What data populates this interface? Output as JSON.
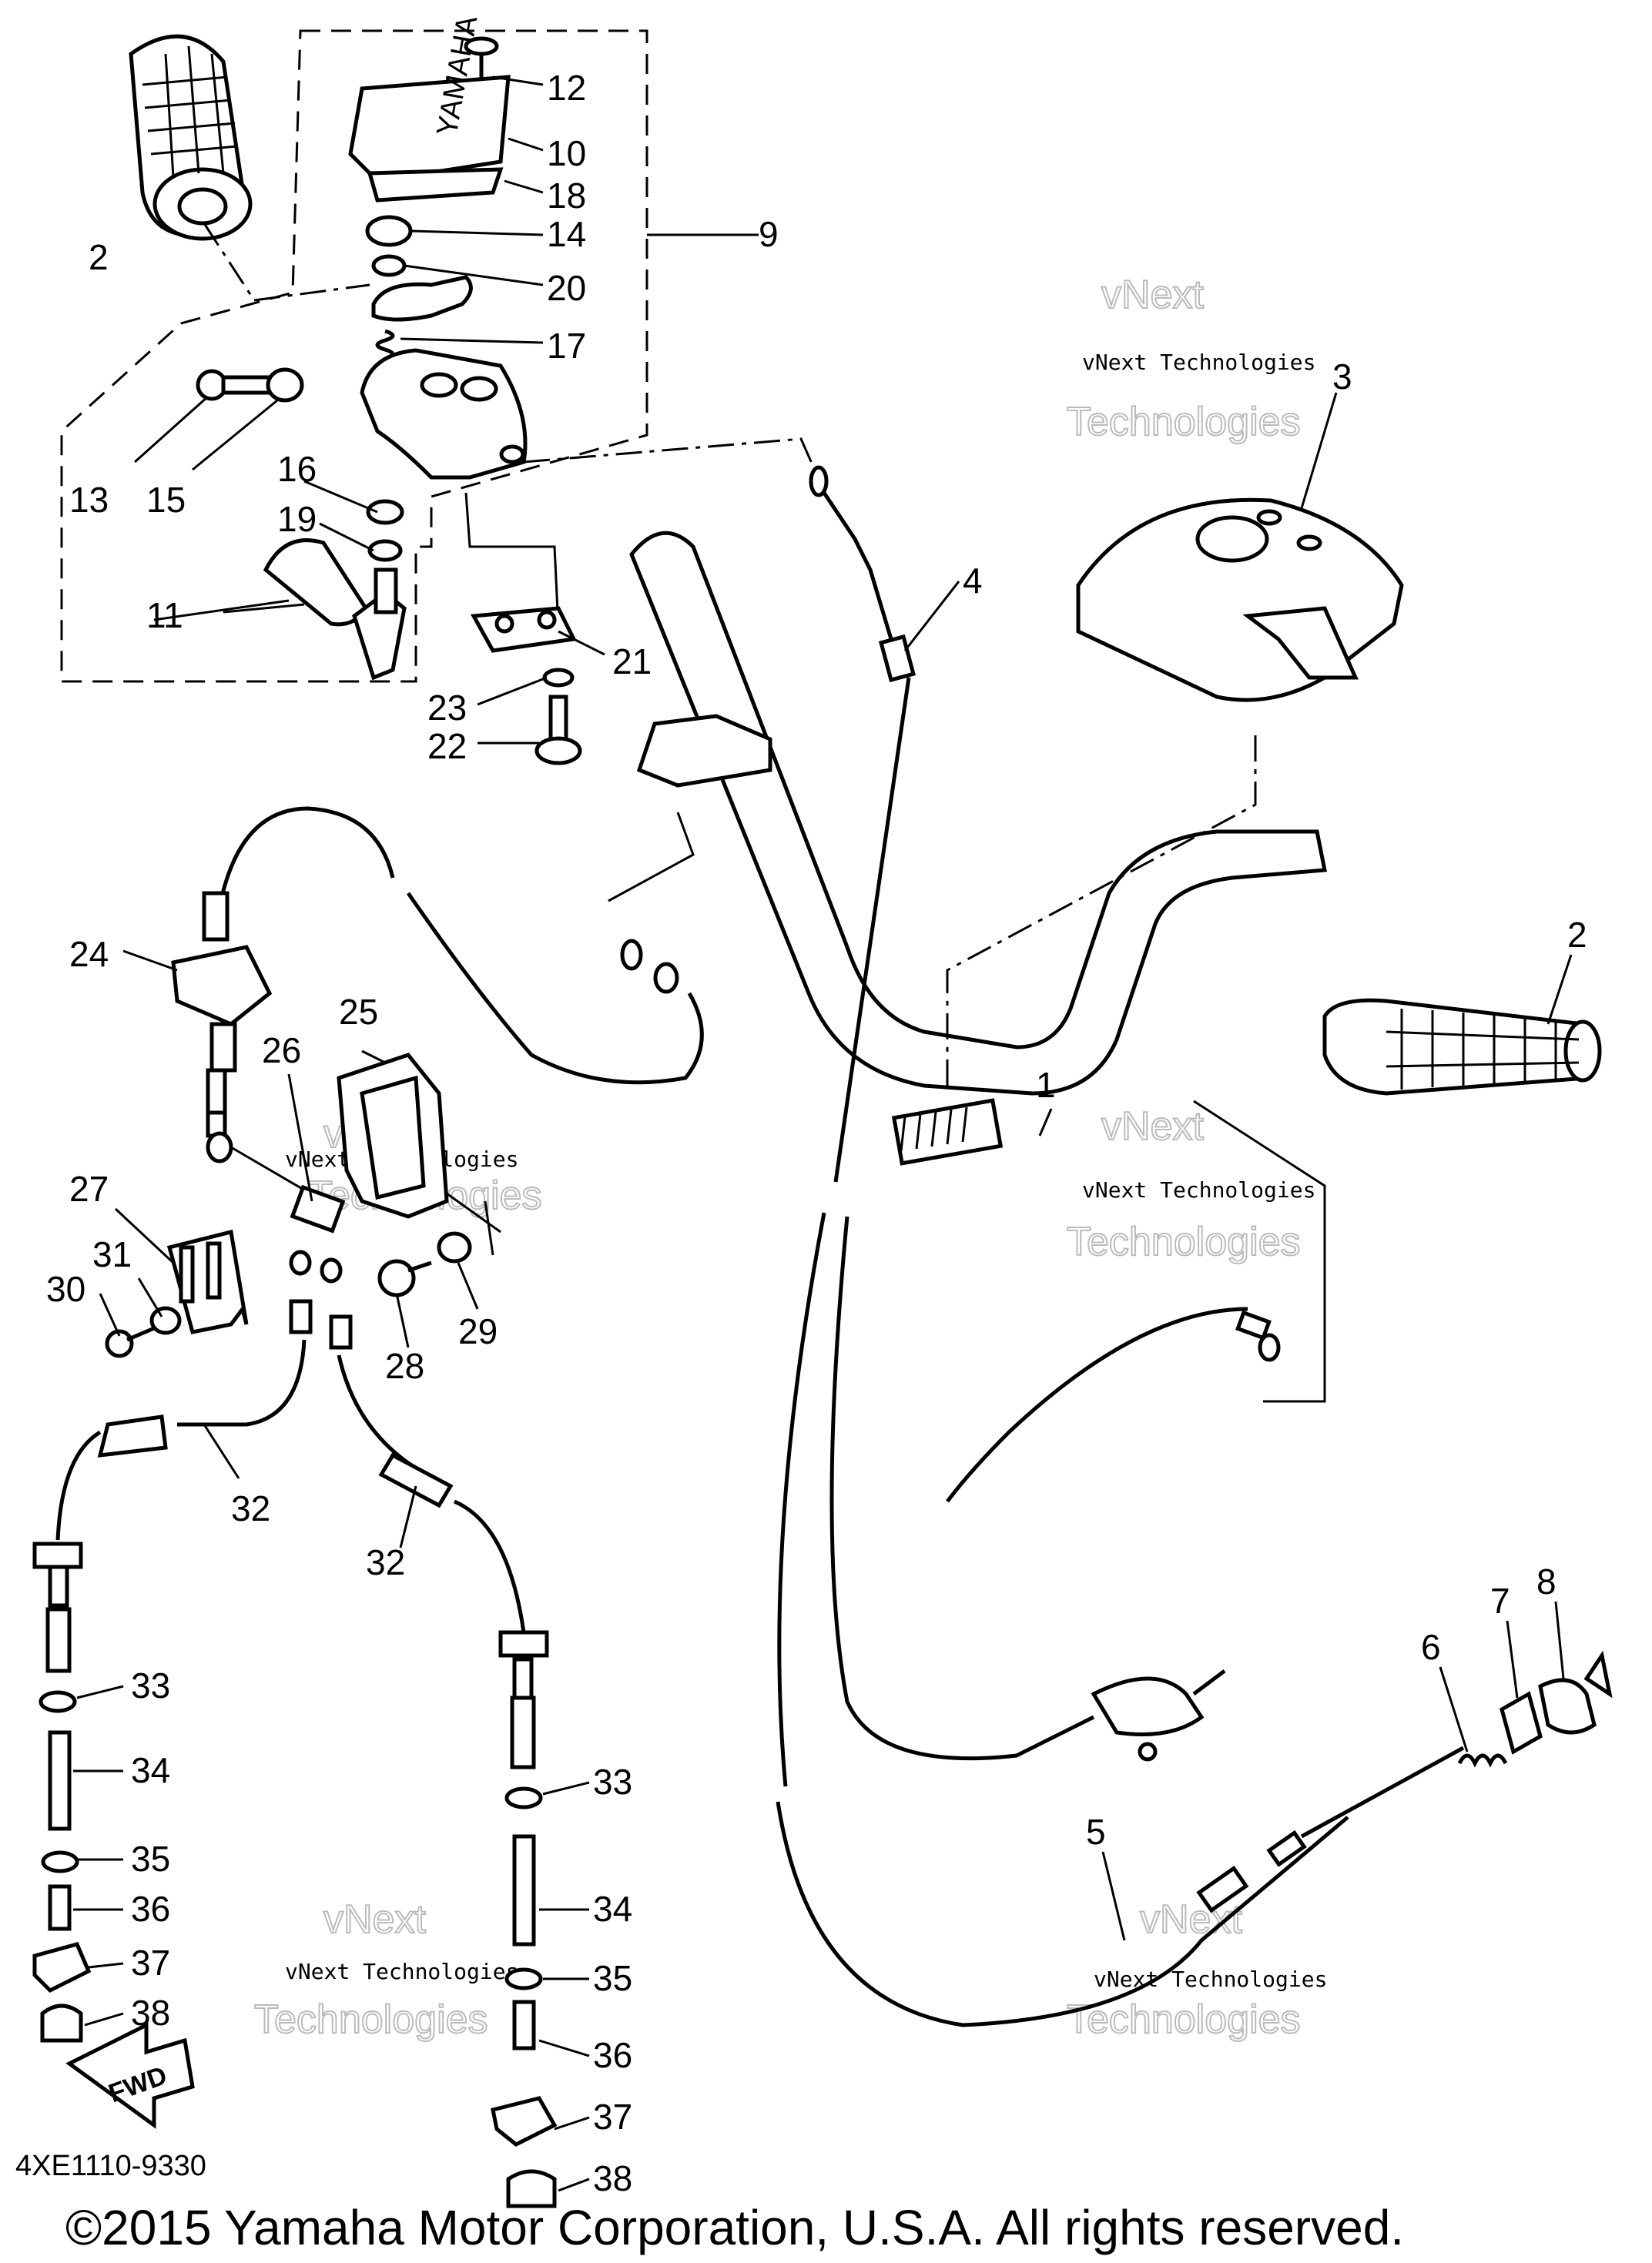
{
  "diagram": {
    "drawing_number": "4XE1110-9330",
    "copyright": "©2015 Yamaha Motor Corporation, U.S.A. All rights reserved.",
    "fwd_label": "FWD",
    "cover_brand": "YAMAHA",
    "watermark_line1": "vNext",
    "watermark_line2": "vNext Technologies",
    "watermark_line3": "Technologies",
    "callouts": [
      {
        "id": "c1",
        "label": "1"
      },
      {
        "id": "c2a",
        "label": "2"
      },
      {
        "id": "c2b",
        "label": "2"
      },
      {
        "id": "c3",
        "label": "3"
      },
      {
        "id": "c4",
        "label": "4"
      },
      {
        "id": "c5",
        "label": "5"
      },
      {
        "id": "c6",
        "label": "6"
      },
      {
        "id": "c7",
        "label": "7"
      },
      {
        "id": "c8",
        "label": "8"
      },
      {
        "id": "c9",
        "label": "9"
      },
      {
        "id": "c10",
        "label": "10"
      },
      {
        "id": "c11",
        "label": "11"
      },
      {
        "id": "c12",
        "label": "12"
      },
      {
        "id": "c13",
        "label": "13"
      },
      {
        "id": "c14",
        "label": "14"
      },
      {
        "id": "c15",
        "label": "15"
      },
      {
        "id": "c16",
        "label": "16"
      },
      {
        "id": "c17",
        "label": "17"
      },
      {
        "id": "c18",
        "label": "18"
      },
      {
        "id": "c19",
        "label": "19"
      },
      {
        "id": "c20",
        "label": "20"
      },
      {
        "id": "c21",
        "label": "21"
      },
      {
        "id": "c22",
        "label": "22"
      },
      {
        "id": "c23",
        "label": "23"
      },
      {
        "id": "c24",
        "label": "24"
      },
      {
        "id": "c25",
        "label": "25"
      },
      {
        "id": "c26",
        "label": "26"
      },
      {
        "id": "c27",
        "label": "27"
      },
      {
        "id": "c28",
        "label": "28"
      },
      {
        "id": "c29",
        "label": "29"
      },
      {
        "id": "c30",
        "label": "30"
      },
      {
        "id": "c31",
        "label": "31"
      },
      {
        "id": "c32a",
        "label": "32"
      },
      {
        "id": "c32b",
        "label": "32"
      },
      {
        "id": "c33a",
        "label": "33"
      },
      {
        "id": "c33b",
        "label": "33"
      },
      {
        "id": "c34a",
        "label": "34"
      },
      {
        "id": "c34b",
        "label": "34"
      },
      {
        "id": "c35a",
        "label": "35"
      },
      {
        "id": "c35b",
        "label": "35"
      },
      {
        "id": "c36a",
        "label": "36"
      },
      {
        "id": "c36b",
        "label": "36"
      },
      {
        "id": "c37a",
        "label": "37"
      },
      {
        "id": "c37b",
        "label": "37"
      },
      {
        "id": "c38a",
        "label": "38"
      },
      {
        "id": "c38b",
        "label": "38"
      }
    ]
  }
}
